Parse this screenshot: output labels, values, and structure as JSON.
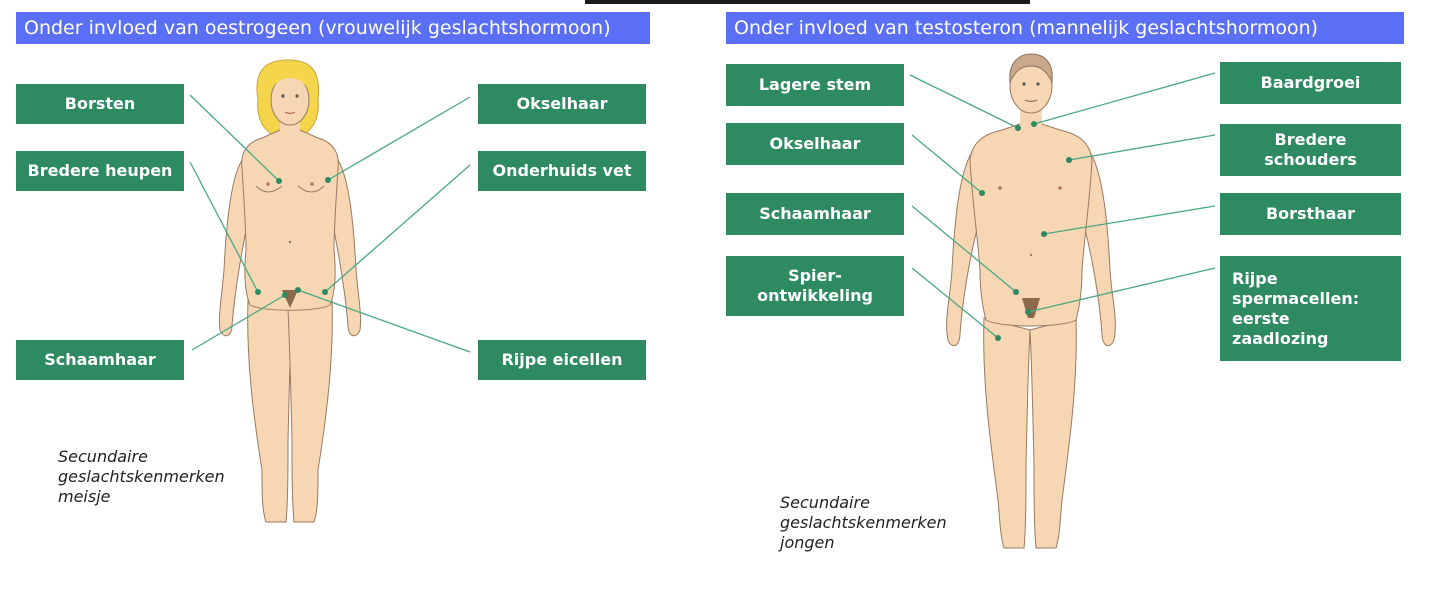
{
  "left_panel": {
    "header": "Onder invloed van oestrogeen (vrouwelijk geslachtshormoon)",
    "labels": {
      "borsten": "Borsten",
      "bredere_heupen": "Bredere heupen",
      "schaamhaar": "Schaamhaar",
      "okselhaar": "Okselhaar",
      "onderhuids_vet": "Onderhuids vet",
      "rijpe_eicellen": "Rijpe eicellen"
    },
    "caption": "Secundaire\ngeslachtskenmerken\nmeisje"
  },
  "right_panel": {
    "header": "Onder invloed van testosteron (mannelijk geslachtshormoon)",
    "labels": {
      "lagere_stem": "Lagere stem",
      "okselhaar": "Okselhaar",
      "schaamhaar": "Schaamhaar",
      "spierontwikkeling": "Spier-\nontwikkeling",
      "baardgroei": "Baardgroei",
      "bredere_schouders": "Bredere\nschouders",
      "borsthaar": "Borsthaar",
      "rijpe_spermacellen": "Rijpe\nspermacellen:\neerste\nzaadlozing"
    },
    "caption": "Secundaire\ngeslachtskenmerken\njongen"
  },
  "colors": {
    "header_bg": "#5a6ff5",
    "label_bg": "#2e8a60",
    "skin": "#f7d6b4",
    "connector": "#4aa882",
    "hair_female": "#f5d64a",
    "hair_male": "#c9a98a"
  }
}
